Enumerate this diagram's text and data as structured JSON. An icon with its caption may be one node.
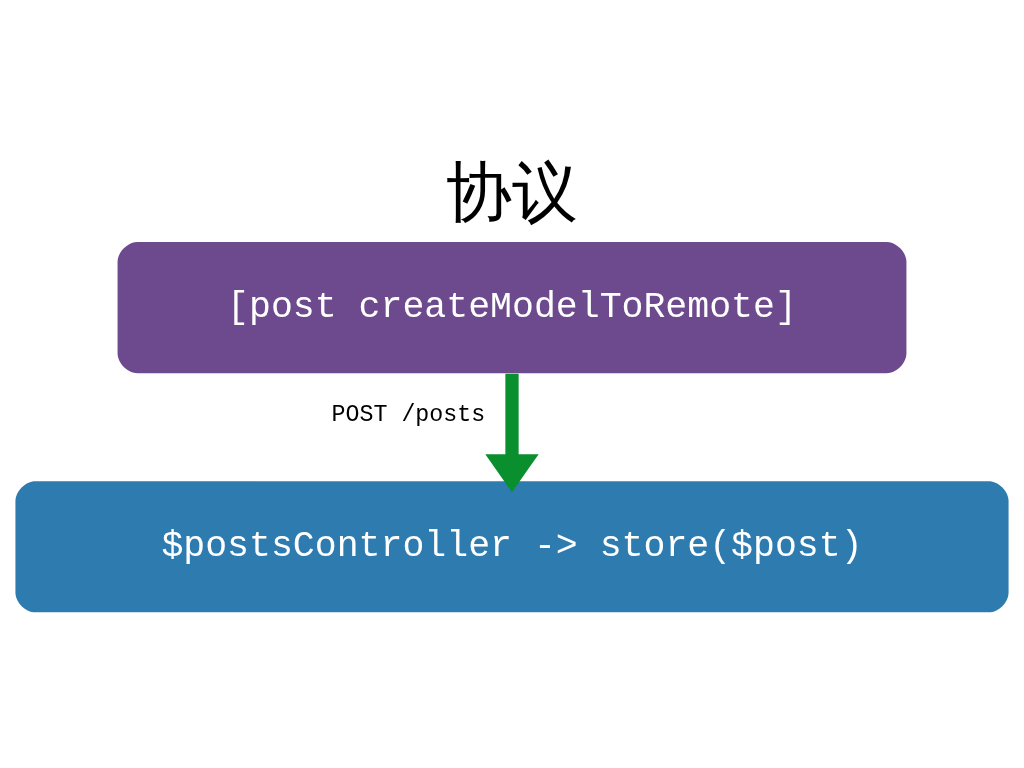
{
  "diagram": {
    "title": "协议",
    "nodes": [
      {
        "text": [
          "[post createModelToRemote]"
        ]
      },
      {
        "text": [
          "$postsController -> store($post)"
        ]
      }
    ],
    "edges": [
      {
        "from": 0,
        "to": 1,
        "arrow": "to",
        "label": "POST /posts",
        "color": "#0a8f2e"
      }
    ]
  }
}
